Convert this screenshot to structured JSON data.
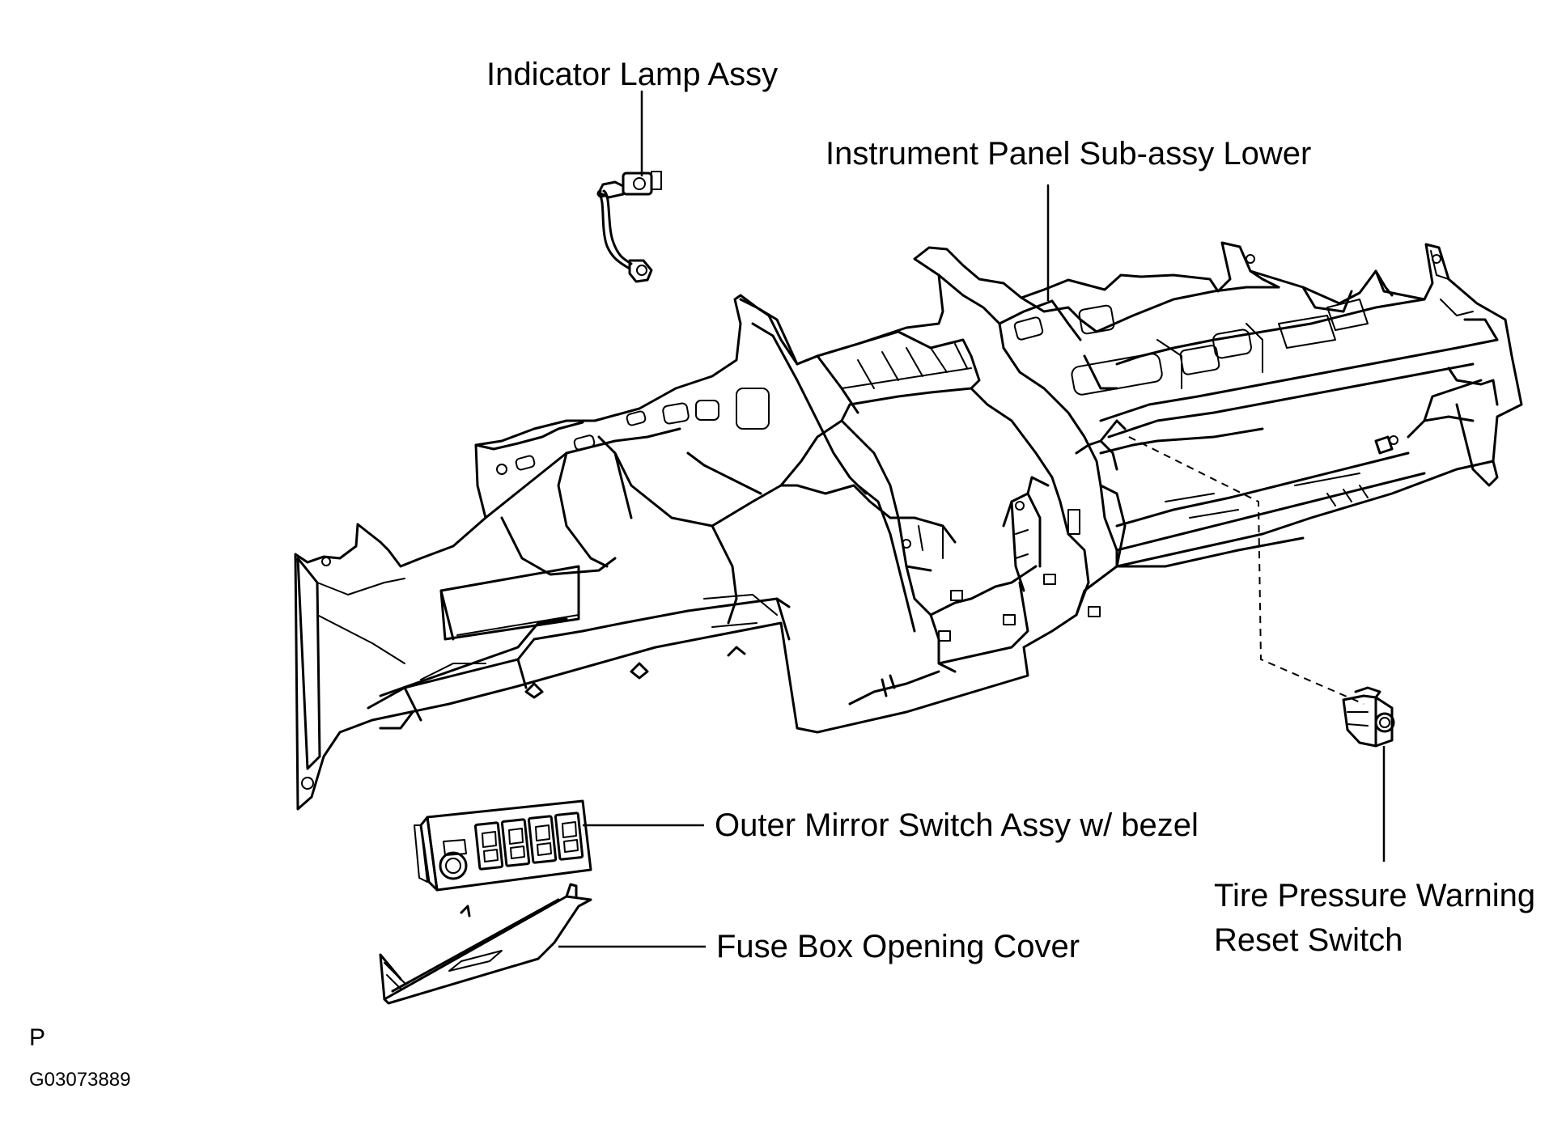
{
  "labels": {
    "indicator_lamp": "Indicator Lamp Assy",
    "instrument_panel": "Instrument Panel Sub-assy Lower",
    "outer_mirror_switch": "Outer Mirror Switch Assy w/ bezel",
    "fuse_box_cover": "Fuse Box Opening Cover",
    "tire_pressure_line1": "Tire Pressure Warning",
    "tire_pressure_line2": "Reset Switch"
  },
  "corner_letter": "P",
  "figure_code": "G03073889"
}
